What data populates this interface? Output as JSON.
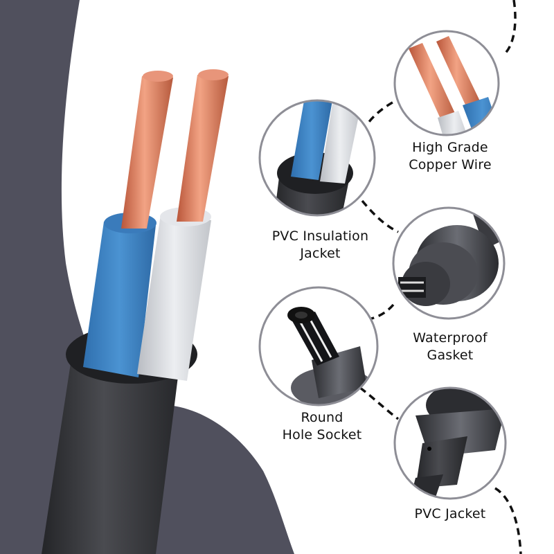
{
  "theme": {
    "bg_dark": "#50505d",
    "bg_light": "#ffffff",
    "ring": "#8e8e96",
    "copper": "#d9805f",
    "blue_insulation": "#3f86c6",
    "white_insulation": "#d8dbe0",
    "jacket": "#2f3033"
  },
  "callouts": [
    {
      "id": "copper",
      "lines": [
        "High Grade",
        "Copper Wire"
      ]
    },
    {
      "id": "insulation",
      "lines": [
        "PVC Insulation",
        "Jacket"
      ]
    },
    {
      "id": "gasket",
      "lines": [
        "Waterproof",
        "Gasket"
      ]
    },
    {
      "id": "socket",
      "lines": [
        "Round",
        "Hole Socket"
      ]
    },
    {
      "id": "jacket",
      "lines": [
        "PVC Jacket"
      ]
    }
  ]
}
